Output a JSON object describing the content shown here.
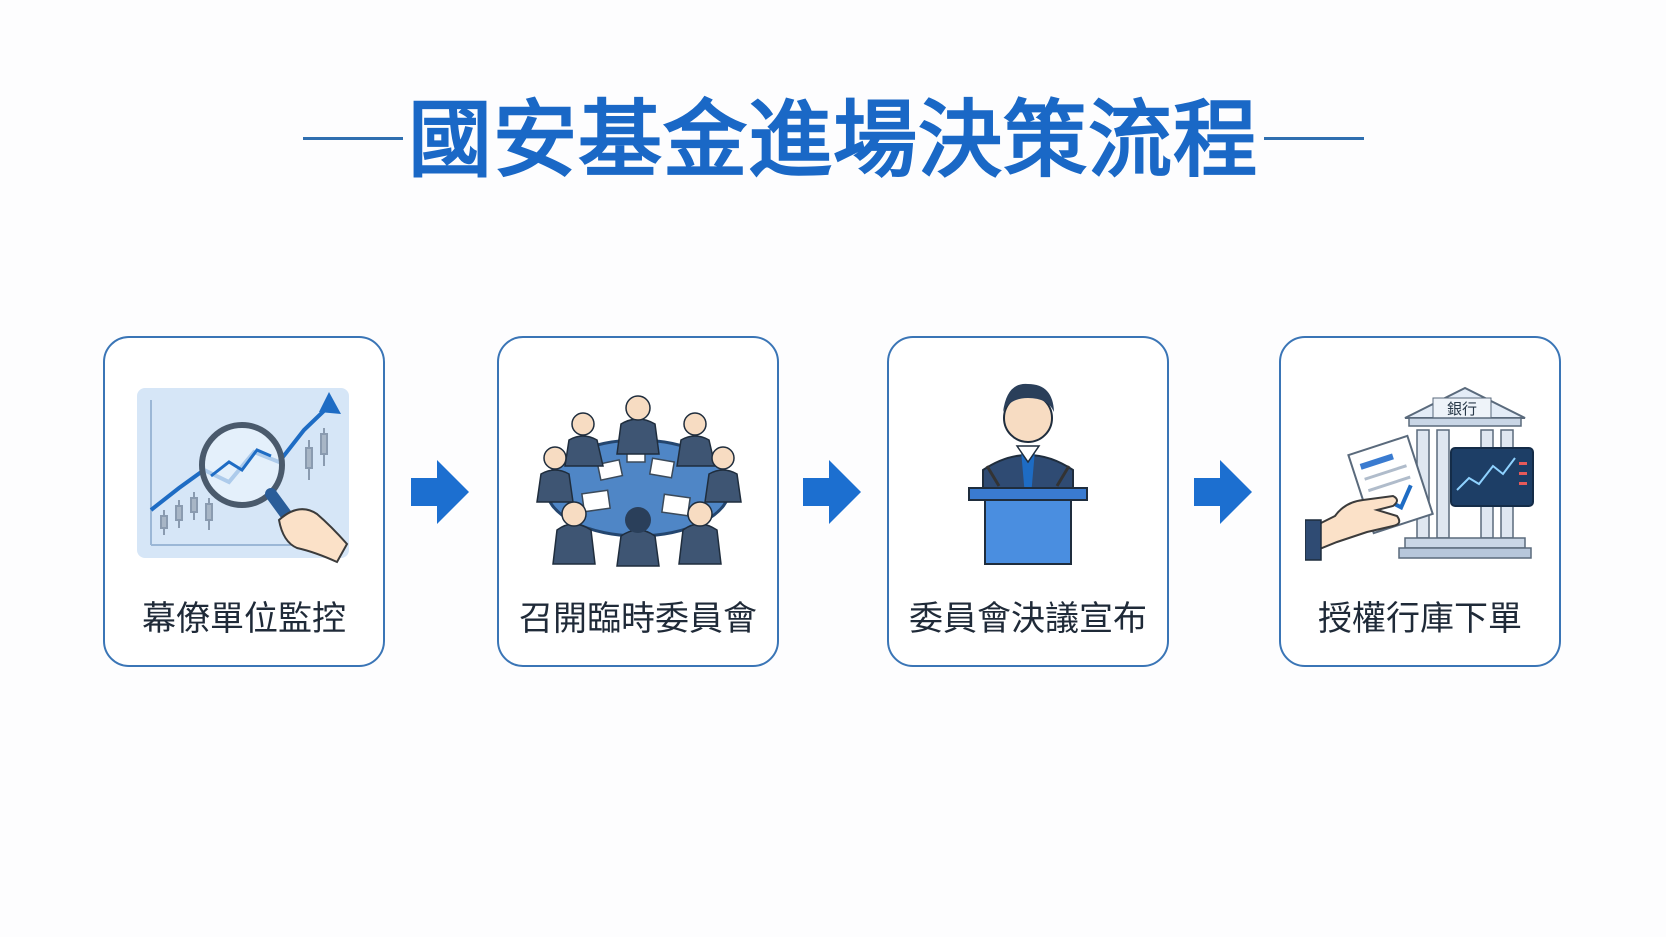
{
  "title": "國安基金進場決策流程",
  "colors": {
    "title": "#1a68c6",
    "accent": "#2f6fb0",
    "box_border": "#3a75b6",
    "arrow": "#1c6fd0"
  },
  "steps": [
    {
      "label": "幕僚單位監控",
      "icon": "magnifier-chart-icon"
    },
    {
      "label": "召開臨時委員會",
      "icon": "meeting-table-icon"
    },
    {
      "label": "委員會決議宣布",
      "icon": "podium-speaker-icon"
    },
    {
      "label": "授權行庫下單",
      "icon": "bank-order-icon",
      "bank_sign": "銀行"
    }
  ],
  "arrows": [
    "right-arrow-icon",
    "right-arrow-icon",
    "right-arrow-icon"
  ]
}
